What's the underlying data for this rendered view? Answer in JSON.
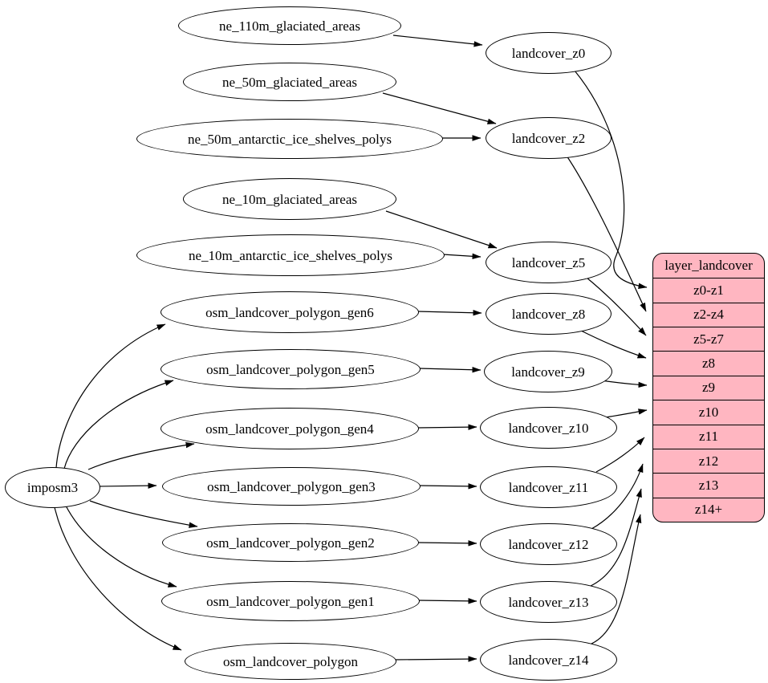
{
  "colors": {
    "ellipse_fill": "#ffffff",
    "record_fill": "#ffb6c1",
    "stroke": "#000000",
    "background": "#ffffff"
  },
  "importer": {
    "label": "imposm3"
  },
  "sources": [
    {
      "label": "ne_110m_glaciated_areas"
    },
    {
      "label": "ne_50m_glaciated_areas"
    },
    {
      "label": "ne_50m_antarctic_ice_shelves_polys"
    },
    {
      "label": "ne_10m_glaciated_areas"
    },
    {
      "label": "ne_10m_antarctic_ice_shelves_polys"
    },
    {
      "label": "osm_landcover_polygon_gen6"
    },
    {
      "label": "osm_landcover_polygon_gen5"
    },
    {
      "label": "osm_landcover_polygon_gen4"
    },
    {
      "label": "osm_landcover_polygon_gen3"
    },
    {
      "label": "osm_landcover_polygon_gen2"
    },
    {
      "label": "osm_landcover_polygon_gen1"
    },
    {
      "label": "osm_landcover_polygon"
    }
  ],
  "tile_tables": [
    {
      "label": "landcover_z0"
    },
    {
      "label": "landcover_z2"
    },
    {
      "label": "landcover_z5"
    },
    {
      "label": "landcover_z8"
    },
    {
      "label": "landcover_z9"
    },
    {
      "label": "landcover_z10"
    },
    {
      "label": "landcover_z11"
    },
    {
      "label": "landcover_z12"
    },
    {
      "label": "landcover_z13"
    },
    {
      "label": "landcover_z14"
    }
  ],
  "layer": {
    "title": "layer_landcover",
    "rows": [
      {
        "label": "z0-z1"
      },
      {
        "label": "z2-z4"
      },
      {
        "label": "z5-z7"
      },
      {
        "label": "z8"
      },
      {
        "label": "z9"
      },
      {
        "label": "z10"
      },
      {
        "label": "z11"
      },
      {
        "label": "z12"
      },
      {
        "label": "z13"
      },
      {
        "label": "z14+"
      }
    ]
  },
  "edges": [
    {
      "from": "ne_110m_glaciated_areas",
      "to": "landcover_z0"
    },
    {
      "from": "ne_50m_glaciated_areas",
      "to": "landcover_z2"
    },
    {
      "from": "ne_50m_antarctic_ice_shelves_polys",
      "to": "landcover_z2"
    },
    {
      "from": "ne_10m_glaciated_areas",
      "to": "landcover_z5"
    },
    {
      "from": "ne_10m_antarctic_ice_shelves_polys",
      "to": "landcover_z5"
    },
    {
      "from": "osm_landcover_polygon_gen6",
      "to": "landcover_z8"
    },
    {
      "from": "osm_landcover_polygon_gen5",
      "to": "landcover_z9"
    },
    {
      "from": "osm_landcover_polygon_gen4",
      "to": "landcover_z10"
    },
    {
      "from": "osm_landcover_polygon_gen3",
      "to": "landcover_z11"
    },
    {
      "from": "osm_landcover_polygon_gen2",
      "to": "landcover_z12"
    },
    {
      "from": "osm_landcover_polygon_gen1",
      "to": "landcover_z13"
    },
    {
      "from": "osm_landcover_polygon",
      "to": "landcover_z14"
    },
    {
      "from": "imposm3",
      "to": "osm_landcover_polygon_gen6"
    },
    {
      "from": "imposm3",
      "to": "osm_landcover_polygon_gen5"
    },
    {
      "from": "imposm3",
      "to": "osm_landcover_polygon_gen4"
    },
    {
      "from": "imposm3",
      "to": "osm_landcover_polygon_gen3"
    },
    {
      "from": "imposm3",
      "to": "osm_landcover_polygon_gen2"
    },
    {
      "from": "imposm3",
      "to": "osm_landcover_polygon_gen1"
    },
    {
      "from": "imposm3",
      "to": "osm_landcover_polygon"
    },
    {
      "from": "landcover_z0",
      "to": "layer_landcover:z0-z1"
    },
    {
      "from": "landcover_z2",
      "to": "layer_landcover:z2-z4"
    },
    {
      "from": "landcover_z5",
      "to": "layer_landcover:z5-z7"
    },
    {
      "from": "landcover_z8",
      "to": "layer_landcover:z8"
    },
    {
      "from": "landcover_z9",
      "to": "layer_landcover:z9"
    },
    {
      "from": "landcover_z10",
      "to": "layer_landcover:z10"
    },
    {
      "from": "landcover_z11",
      "to": "layer_landcover:z11"
    },
    {
      "from": "landcover_z12",
      "to": "layer_landcover:z12"
    },
    {
      "from": "landcover_z13",
      "to": "layer_landcover:z13"
    },
    {
      "from": "landcover_z14",
      "to": "layer_landcover:z14+"
    }
  ]
}
